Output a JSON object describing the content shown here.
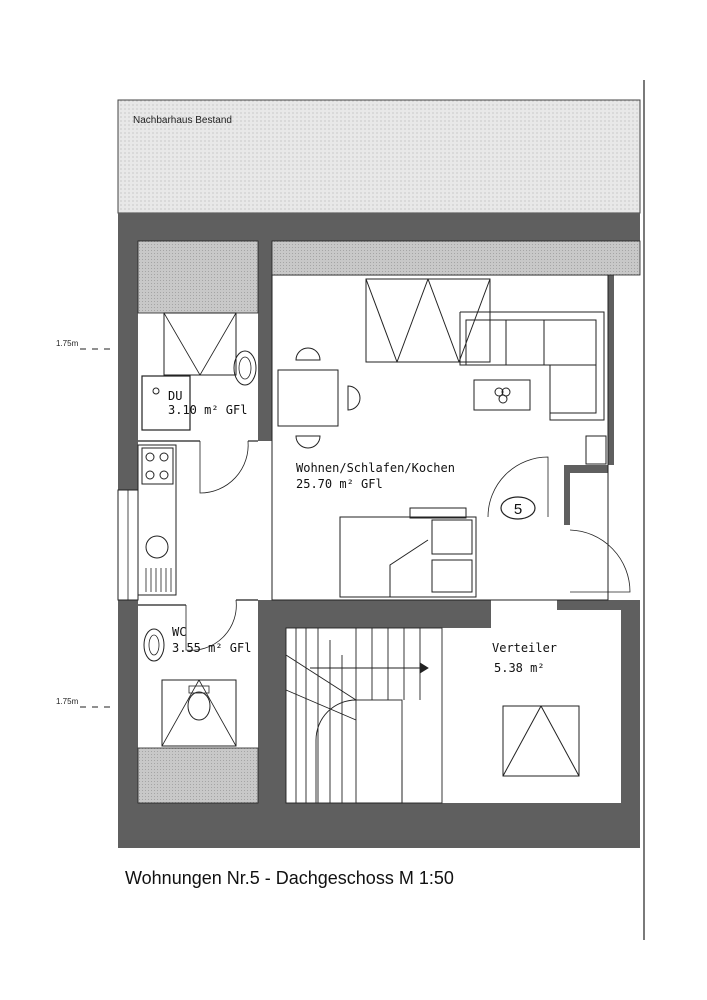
{
  "neighbor_label": "Nachbarhaus Bestand",
  "rooms": [
    {
      "name": "DU",
      "area": "3.10 m² GFl"
    },
    {
      "name": "Wohnen/Schlafen/Kochen",
      "area": "25.70 m² GFl"
    },
    {
      "name": "WC",
      "area": "3.55 m² GFl"
    },
    {
      "name": "Verteiler",
      "area": "5.38 m²"
    }
  ],
  "apartment_number": "5",
  "height_marks": [
    "1.75m",
    "1.75m"
  ],
  "caption": "Wohnungen Nr.5 - Dachgeschoss  M 1:50",
  "colors": {
    "wall": "#5f5f5f",
    "hatch": "#b8b8b8",
    "line": "#222222",
    "neighbor": "#e6e6e6"
  }
}
